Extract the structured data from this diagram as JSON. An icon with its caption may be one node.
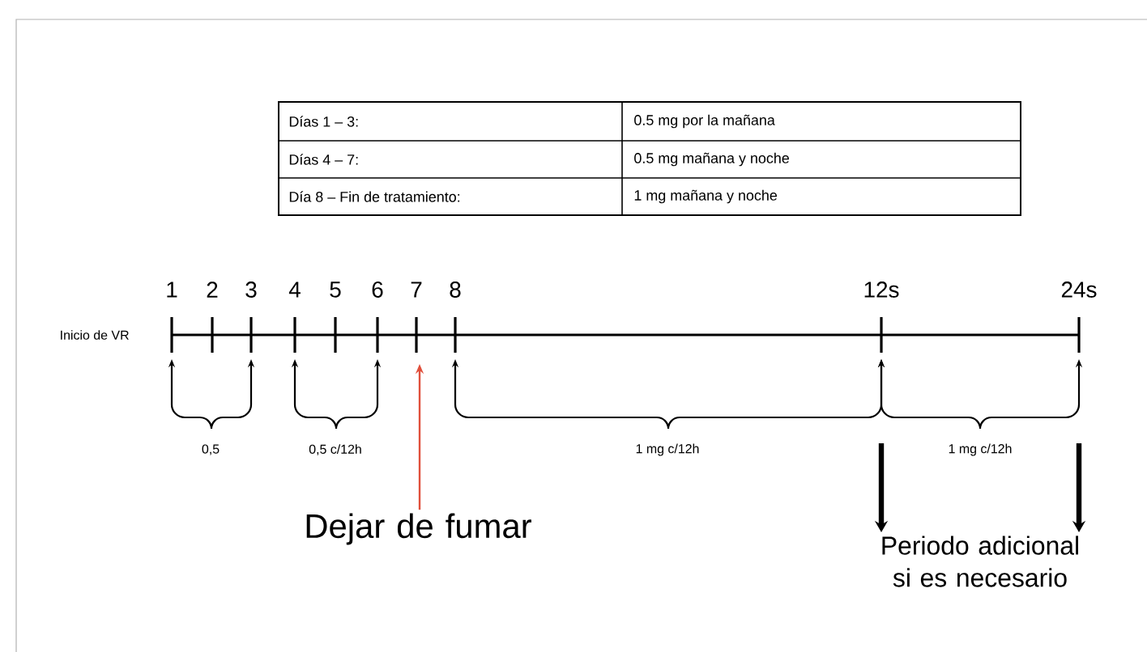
{
  "diagram": {
    "nodes": [
      {
        "text": [
          "Dejar de fumar"
        ]
      },
      {
        "text": [
          "Periodo adicional si es necesario"
        ]
      }
    ],
    "edges": [
      {
        "from": 0,
        "to": null,
        "arrow": "to",
        "color": "#e0503c"
      },
      {
        "from": null,
        "to": 1,
        "arrow": "to"
      },
      {
        "from": null,
        "to": 1,
        "arrow": "to"
      }
    ],
    "labels": [
      "Días 1 – 3:",
      "0.5 mg por la mañana",
      "Días 4 – 7:",
      "0.5 mg mañana y noche",
      "Día 8 – Fin de tratamiento:",
      "1 mg mañana y noche",
      "Inicio de VR",
      "1",
      "2",
      "3",
      "4",
      "5",
      "6",
      "7",
      "8",
      "12s",
      "24s",
      "0,5",
      "0,5 c/12h",
      "1 mg c/12h",
      "1 mg c/12h"
    ]
  }
}
